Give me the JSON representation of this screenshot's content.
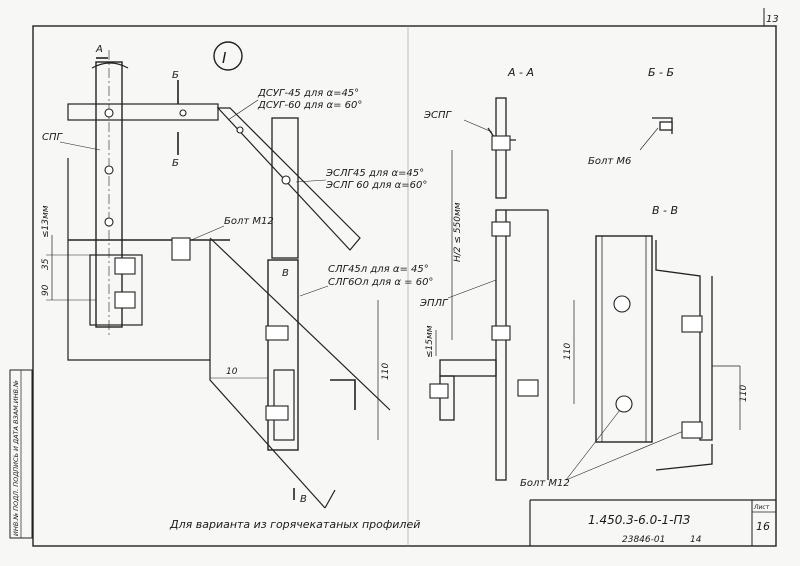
{
  "sheet": {
    "page_corner": "13",
    "sheet_no": "16",
    "sheet_label": "Лист",
    "doc_code": "1.450.3-6.0-1-ПЗ",
    "inv_no": "23846-01",
    "bottom_num": "14",
    "side_stamp": "ИНВ.№ ПОДЛ.   ПОДПИСЬ И ДАТА   ВЗАМ.ИНВ.№",
    "caption": "Для варианта из горячекатаных профилей"
  },
  "view_main": {
    "circle_label": "I",
    "section_A": "А",
    "section_B": "Б",
    "section_B_bottom": "Б",
    "section_V": "В",
    "section_V_bottom": "В",
    "dcug45": "ДСУГ-45 для α=45°",
    "dcug60": "ДСУГ-60 для α= 60°",
    "eslg45": "ЭСЛГ45 для α=45°",
    "eslg60": "ЭСЛГ 60 для α=60°",
    "slg45": "СЛГ45л для α= 45°",
    "slg60": "СЛГ6Ол для α = 60°",
    "spg": "СПГ",
    "bolt_m12": "Болт М12",
    "dim_13": "≤13мм",
    "dim_35": "35",
    "dim_90": "90",
    "dim_10": "10",
    "dim_110": "110"
  },
  "view_aa": {
    "title": "А - А",
    "espg": "ЭСПГ",
    "eplg": "ЭПЛГ",
    "dim_h": "H/2 ≤ 550мм",
    "dim_15": "≤15мм"
  },
  "view_bb": {
    "title": "Б - Б",
    "bolt_m6": "Болт М6"
  },
  "view_vv": {
    "title": "В - В",
    "dim_110a": "110",
    "dim_110b": "110",
    "bolt_m12": "Болт М12"
  }
}
